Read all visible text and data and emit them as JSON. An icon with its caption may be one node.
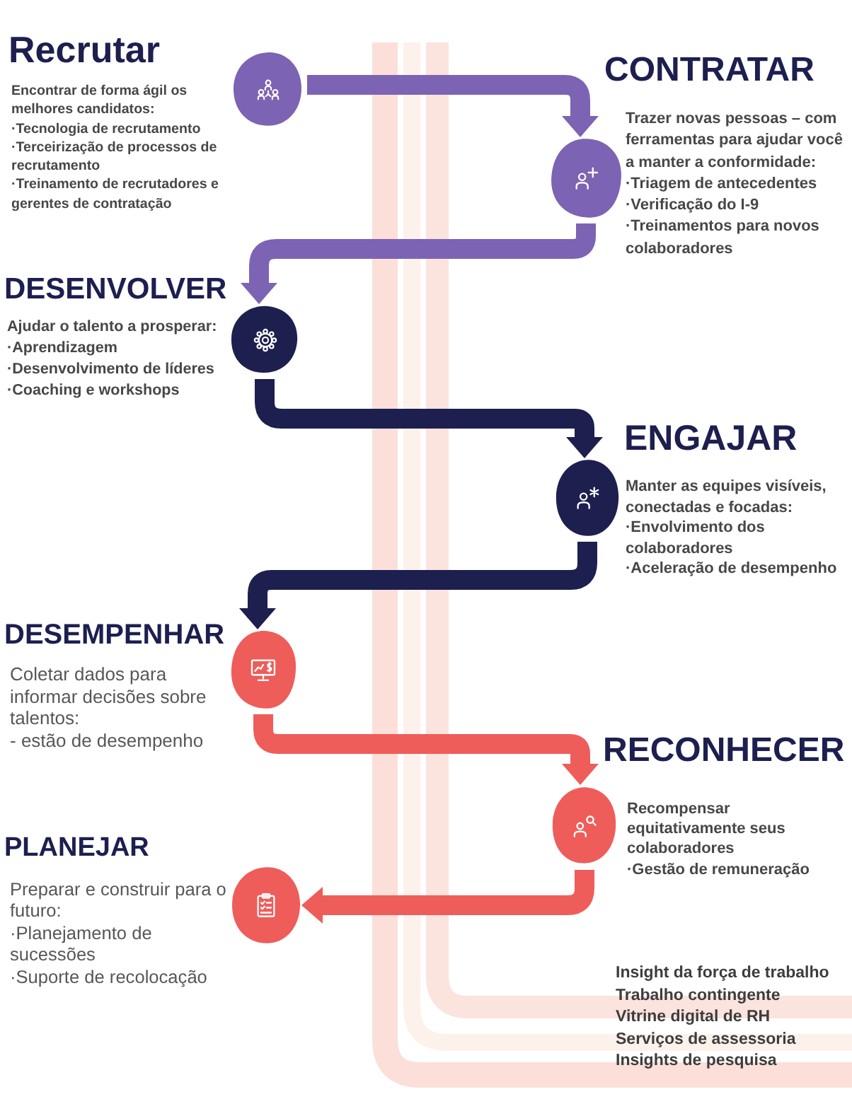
{
  "diagram": {
    "nodes": [
      {
        "text": [],
        "shape": "circle",
        "beside": [
          "Recrutar",
          "Encontrar de forma ágil os melhores candidatos:",
          "·Tecnologia de recrutamento",
          "·Terceirização de processos de recrutamento",
          "·Treinamento de recrutadores e gerentes de contratação"
        ]
      },
      {
        "text": [],
        "shape": "circle",
        "beside": [
          "CONTRATAR",
          "Trazer novas pessoas – com ferramentas para ajudar você a manter a conformidade:",
          "·Triagem de antecedentes",
          "·Verificação do I-9",
          "·Treinamentos para novos colaboradores"
        ]
      },
      {
        "text": [],
        "shape": "circle",
        "beside": [
          "DESENVOLVER",
          "Ajudar o talento a prosperar:",
          "·Aprendizagem",
          "·Desenvolvimento de líderes",
          "·Coaching e workshops"
        ]
      },
      {
        "text": [],
        "shape": "circle",
        "beside": [
          "ENGAJAR",
          "Manter as equipes visíveis, conectadas e focadas:",
          "·Envolvimento dos colaboradores",
          "·Aceleração de desempenho"
        ]
      },
      {
        "text": [],
        "shape": "circle",
        "beside": [
          "DESEMPENHAR",
          "Coletar dados para informar decisões sobre talentos:",
          "- estão de desempenho"
        ]
      },
      {
        "text": [],
        "shape": "circle",
        "beside": [
          "RECONHECER",
          "Recompensar equitativamente seus colaboradores",
          "·Gestão de remuneração"
        ]
      },
      {
        "text": [],
        "shape": "circle",
        "beside": [
          "PLANEJAR",
          "Preparar e construir para o futuro:",
          "·Planejamento de sucessões",
          "·Suporte de recolocação"
        ]
      }
    ],
    "edges": [
      {
        "from": 0,
        "to": 1,
        "arrow": "to",
        "color": "#7d63b3"
      },
      {
        "from": 1,
        "to": 2,
        "arrow": "to",
        "color": "#7d63b3"
      },
      {
        "from": 2,
        "to": 3,
        "arrow": "to",
        "color": "#1d1f4f"
      },
      {
        "from": 3,
        "to": 4,
        "arrow": "to",
        "color": "#1d1f4f"
      },
      {
        "from": 4,
        "to": 5,
        "arrow": "to",
        "color": "#ee5d5a"
      },
      {
        "from": 5,
        "to": 6,
        "arrow": "to",
        "color": "#ee5d5a"
      }
    ],
    "labels": [
      "Insight da força de trabalho",
      "Trabalho contingente",
      "Vitrine digital de RH",
      "Serviços de assessoria",
      "Insights de pesquisa"
    ]
  }
}
